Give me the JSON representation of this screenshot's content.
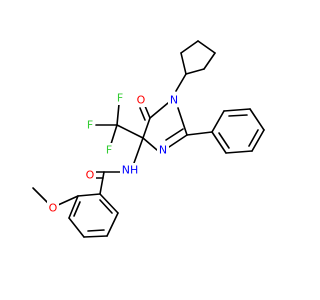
{
  "colors": {
    "background": "#ffffff",
    "bond": "#000000",
    "nitrogen": "#0000ff",
    "oxygen": "#ff0000",
    "fluorine": "#33cc33",
    "carbon": "#000000"
  },
  "atoms": [
    {
      "label": "O",
      "element": "O"
    },
    {
      "label": "N",
      "element": "N"
    },
    {
      "label": "N",
      "element": "N"
    },
    {
      "label": "F",
      "element": "F"
    },
    {
      "label": "F",
      "element": "F"
    },
    {
      "label": "F",
      "element": "F"
    },
    {
      "label": "NH",
      "element": "N"
    },
    {
      "label": "O",
      "element": "O"
    },
    {
      "label": "O",
      "element": "O"
    }
  ]
}
